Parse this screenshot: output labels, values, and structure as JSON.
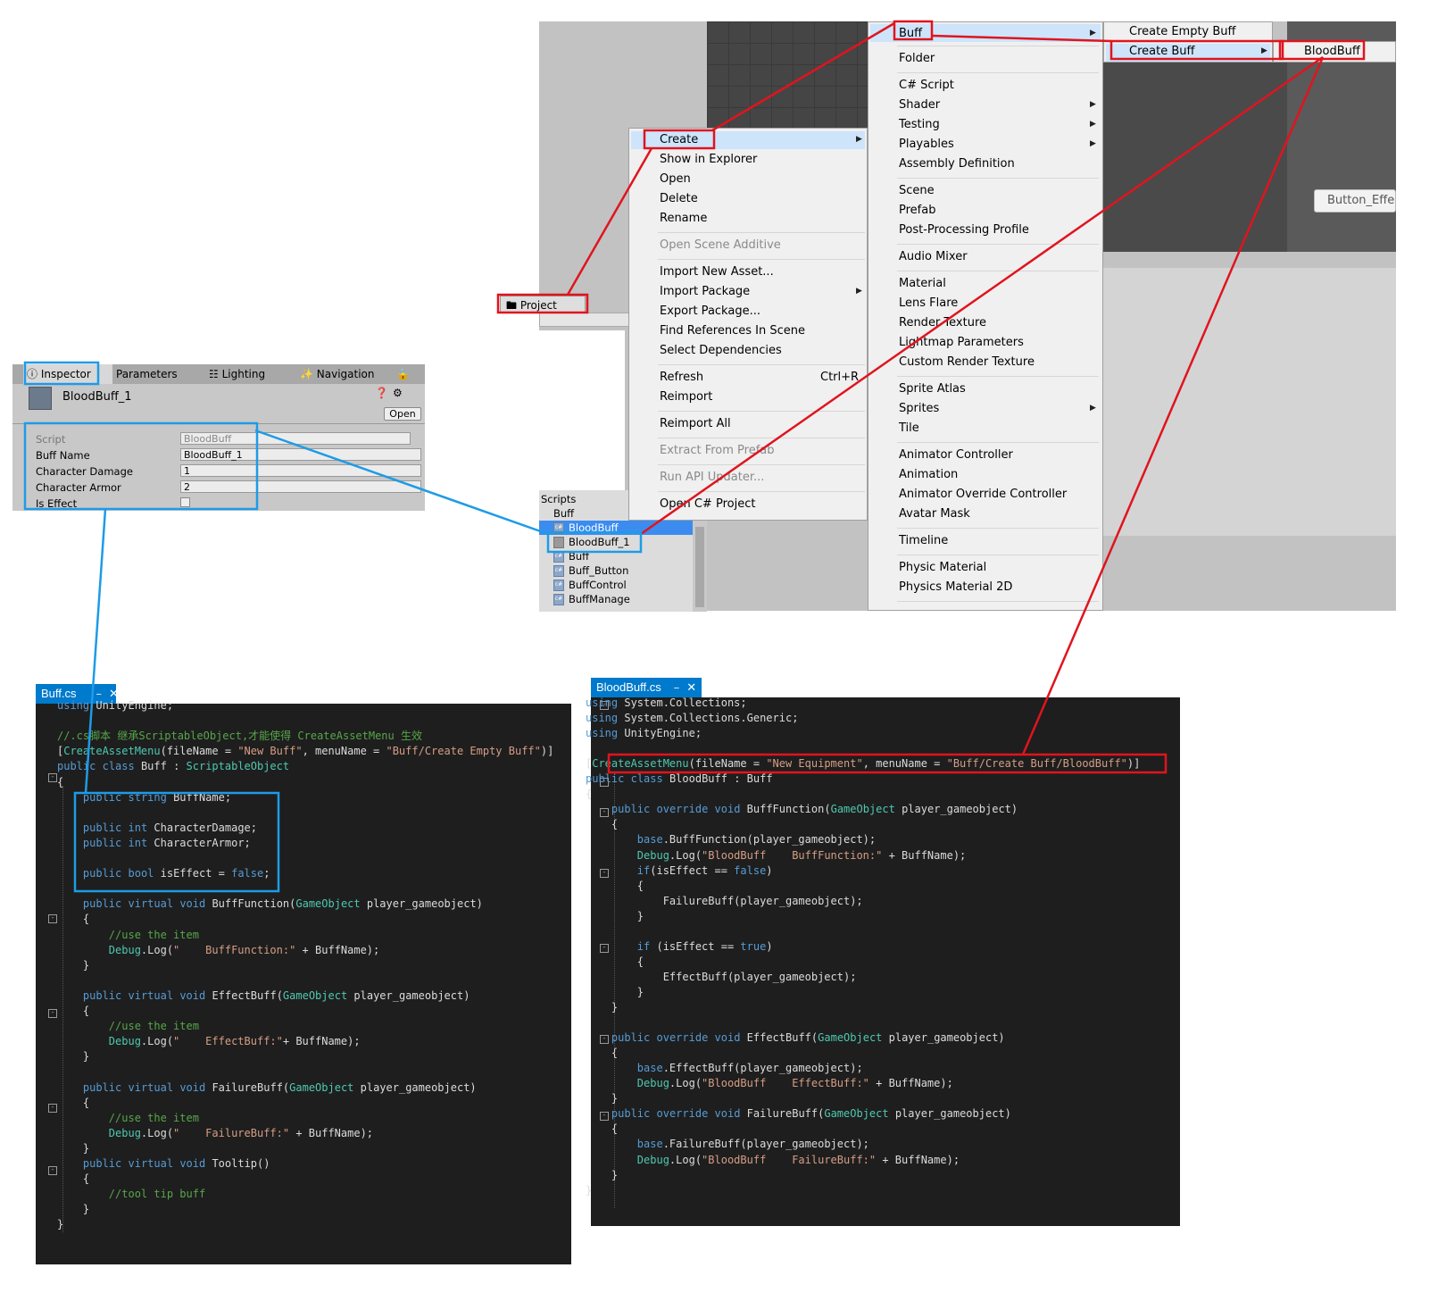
{
  "project": {
    "tab": "Project",
    "folder_root": "Scripts",
    "folder_buff": "Buff",
    "files": [
      "BloodBuff",
      "BloodBuff_1",
      "Buff",
      "Buff_Button",
      "BuffControl",
      "BuffManage"
    ],
    "scene_button": "Button_Effe"
  },
  "context_menu": {
    "items": [
      "Create",
      "Show in Explorer",
      "Open",
      "Delete",
      "Rename",
      "Open Scene Additive",
      "Import New Asset...",
      "Import Package",
      "Export Package...",
      "Find References In Scene",
      "Select Dependencies",
      "Refresh",
      "Reimport",
      "Reimport All",
      "Extract From Prefab",
      "Run API Updater...",
      "Open C# Project"
    ],
    "refresh_shortcut": "Ctrl+R"
  },
  "create_menu": {
    "items": [
      "Buff",
      "Folder",
      "C# Script",
      "Shader",
      "Testing",
      "Playables",
      "Assembly Definition",
      "Scene",
      "Prefab",
      "Post-Processing Profile",
      "Audio Mixer",
      "Material",
      "Lens Flare",
      "Render Texture",
      "Lightmap Parameters",
      "Custom Render Texture",
      "Sprite Atlas",
      "Sprites",
      "Tile",
      "Animator Controller",
      "Animation",
      "Animator Override Controller",
      "Avatar Mask",
      "Timeline",
      "Physic Material",
      "Physics Material 2D"
    ]
  },
  "buff_menu": {
    "items": [
      "Create Empty Buff",
      "Create Buff"
    ]
  },
  "create_buff_menu": {
    "items": [
      "BloodBuff"
    ]
  },
  "inspector": {
    "tabs": [
      "Inspector",
      "Parameters",
      "Lighting",
      "Navigation"
    ],
    "object_name": "BloodBuff_1",
    "open_button": "Open",
    "fields": [
      {
        "label": "Script",
        "value": "BloodBuff"
      },
      {
        "label": "Buff Name",
        "value": "BloodBuff_1"
      },
      {
        "label": "Character Damage",
        "value": "1"
      },
      {
        "label": "Character Armor",
        "value": "2"
      },
      {
        "label": "Is Effect",
        "value": ""
      }
    ]
  },
  "buff_cs": {
    "tab": "Buff.cs",
    "lines": [
      "using UnityEngine;",
      "",
      "//.cs脚本 继承ScriptableObject,才能使得 CreateAssetMenu 生效",
      "[CreateAssetMenu(fileName = \"New Buff\", menuName = \"Buff/Create Empty Buff\")]",
      "public class Buff : ScriptableObject",
      "{",
      "    public string BuffName;",
      "",
      "    public int CharacterDamage;",
      "    public int CharacterArmor;",
      "",
      "    public bool isEffect = false;",
      "",
      "    public virtual void BuffFunction(GameObject player_gameobject)",
      "    {",
      "        //use the item",
      "        Debug.Log(\"    BuffFunction:\" + BuffName);",
      "    }",
      "",
      "    public virtual void EffectBuff(GameObject player_gameobject)",
      "    {",
      "        //use the item",
      "        Debug.Log(\"    EffectBuff:\"+ BuffName);",
      "    }",
      "",
      "    public virtual void FailureBuff(GameObject player_gameobject)",
      "    {",
      "        //use the item",
      "        Debug.Log(\"    FailureBuff:\" + BuffName);",
      "    }",
      "    public virtual void Tooltip()",
      "    {",
      "        //tool tip buff",
      "    }",
      "}"
    ]
  },
  "bloodbuff_cs": {
    "tab": "BloodBuff.cs",
    "lines": [
      "using System.Collections;",
      "using System.Collections.Generic;",
      "using UnityEngine;",
      "",
      "[CreateAssetMenu(fileName = \"New Equipment\", menuName = \"Buff/Create Buff/BloodBuff\")]",
      "public class BloodBuff : Buff",
      "{",
      "    public override void BuffFunction(GameObject player_gameobject)",
      "    {",
      "        base.BuffFunction(player_gameobject);",
      "        Debug.Log(\"BloodBuff    BuffFunction:\" + BuffName);",
      "        if(isEffect == false)",
      "        {",
      "            FailureBuff(player_gameobject);",
      "        }",
      "",
      "        if (isEffect == true)",
      "        {",
      "            EffectBuff(player_gameobject);",
      "        }",
      "    }",
      "",
      "    public override void EffectBuff(GameObject player_gameobject)",
      "    {",
      "        base.EffectBuff(player_gameobject);",
      "        Debug.Log(\"BloodBuff    EffectBuff:\" + BuffName);",
      "    }",
      "    public override void FailureBuff(GameObject player_gameobject)",
      "    {",
      "        base.FailureBuff(player_gameobject);",
      "        Debug.Log(\"BloodBuff    FailureBuff:\" + BuffName);",
      "    }",
      "}"
    ]
  },
  "colors": {
    "annotation_red": "#e0141e",
    "annotation_blue": "#1e9be6",
    "editor_bg": "#1e1e1e",
    "editor_tab": "#007acc"
  }
}
